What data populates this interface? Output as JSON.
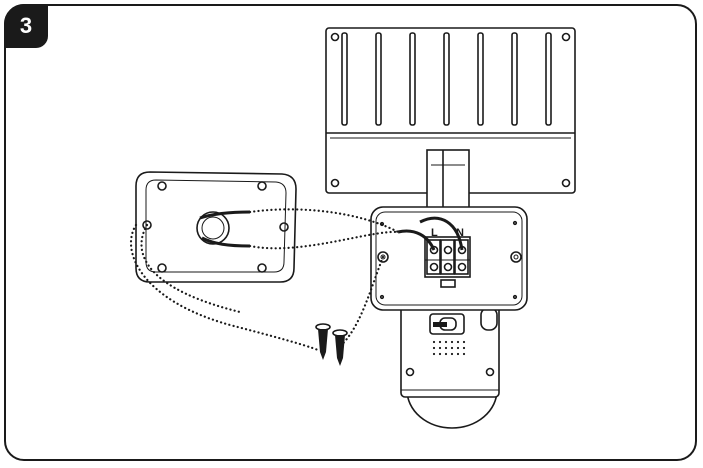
{
  "step": {
    "number": "3"
  },
  "terminal_block": {
    "label_live": "L",
    "label_neutral": "N"
  },
  "colors": {
    "line": "#1a1a1a",
    "background": "#ffffff"
  }
}
